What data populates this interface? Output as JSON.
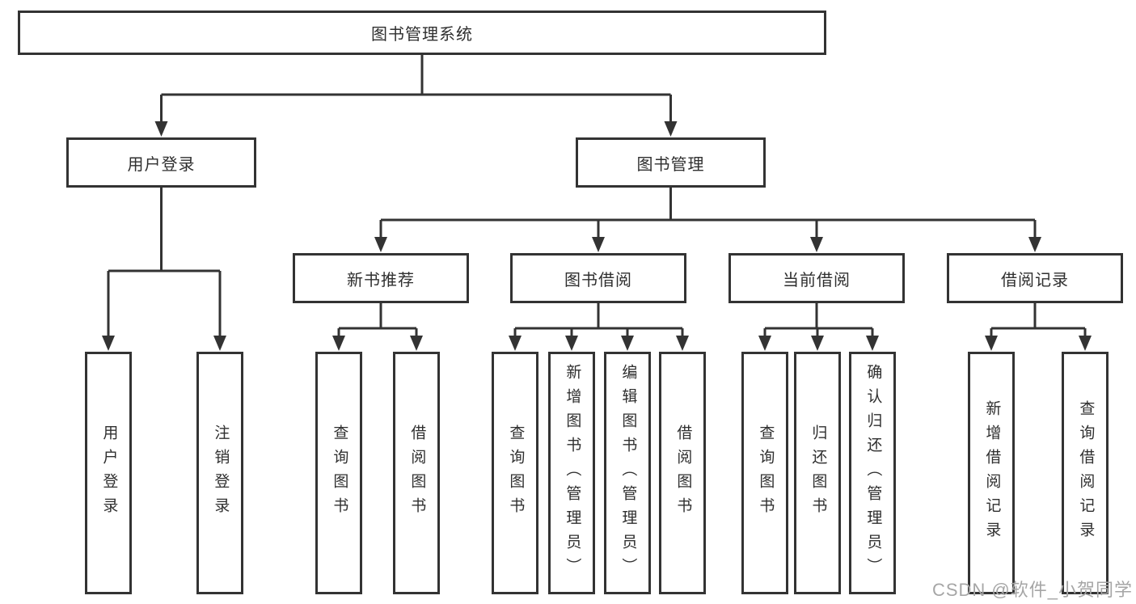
{
  "colors": {
    "line": "#333333",
    "node_border": "#333333",
    "node_text": "#2f2f2f",
    "watermark": "#a6a6a6",
    "background": "#ffffff"
  },
  "tree": {
    "label": "图书管理系统",
    "children": [
      {
        "label": "用户登录",
        "children": [
          {
            "label": "用户登录"
          },
          {
            "label": "注销登录"
          }
        ]
      },
      {
        "label": "图书管理",
        "children": [
          {
            "label": "新书推荐",
            "children": [
              {
                "label": "查询图书"
              },
              {
                "label": "借阅图书"
              }
            ]
          },
          {
            "label": "图书借阅",
            "children": [
              {
                "label": "查询图书"
              },
              {
                "label": "新增图书（管理员）"
              },
              {
                "label": "编辑图书（管理员）"
              },
              {
                "label": "借阅图书"
              }
            ]
          },
          {
            "label": "当前借阅",
            "children": [
              {
                "label": "查询图书"
              },
              {
                "label": "归还图书"
              },
              {
                "label": "确认归还（管理员）"
              }
            ]
          },
          {
            "label": "借阅记录",
            "children": [
              {
                "label": "新增借阅记录"
              },
              {
                "label": "查询借阅记录"
              }
            ]
          }
        ]
      }
    ]
  },
  "watermark": {
    "text": "CSDN @软件_小贺同学"
  }
}
